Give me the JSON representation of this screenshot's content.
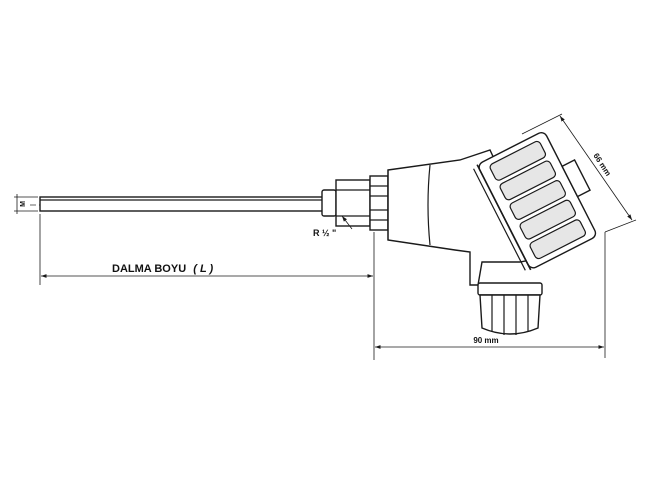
{
  "labels": {
    "insertion_length": "DALMA BOYU",
    "insertion_length_symbol": "( L )",
    "thread": "R ½ \"",
    "head_width": "90 mm",
    "head_height": "66 mm",
    "probe_diameter": "M"
  },
  "colors": {
    "line": "#1a1a1a",
    "background": "#ffffff"
  }
}
